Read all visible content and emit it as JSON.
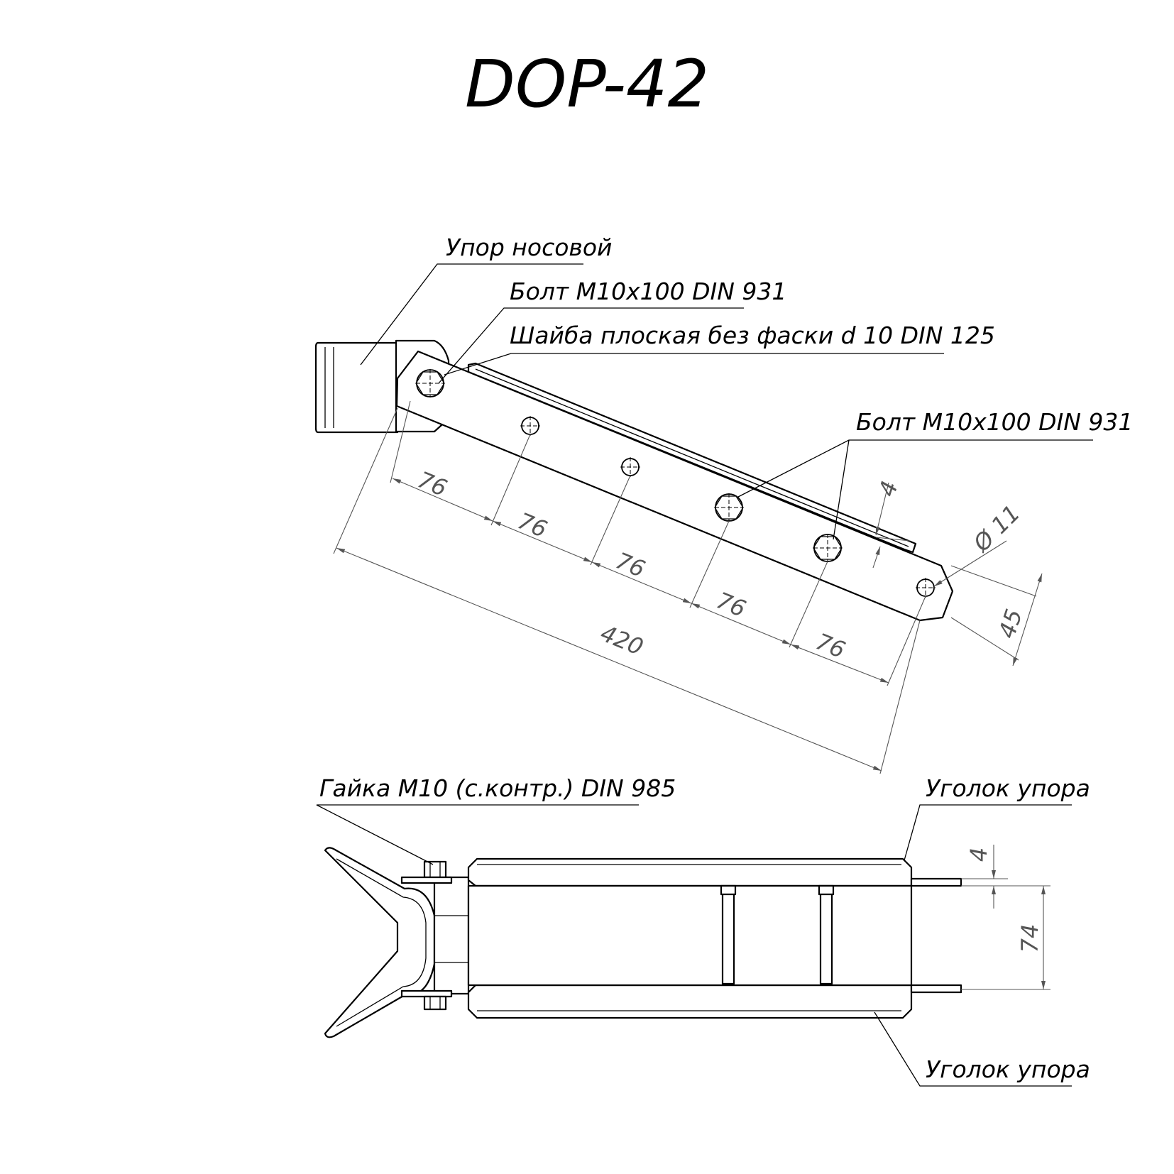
{
  "title": "DOP-42",
  "labels": {
    "bow_stop": "Упор носовой",
    "bolt_top": "Болт М10х100 DIN 931",
    "washer": "Шайба плоская без фаски d 10  DIN 125",
    "bolt_mid": "Болт М10х100 DIN 931",
    "nut": "Гайка  М10 (с.контр.) DIN 985",
    "angle_top": "Уголок упора",
    "angle_bottom": "Уголок упора"
  },
  "dimensions": {
    "pitch_1": "76",
    "pitch_2": "76",
    "pitch_3": "76",
    "pitch_4": "76",
    "pitch_5": "76",
    "overall_length": "420",
    "width": "45",
    "hole_diameter": "Ø 11",
    "flange_offset_top": "4",
    "flange_offset_bottom": "4",
    "inner_width": "74"
  }
}
